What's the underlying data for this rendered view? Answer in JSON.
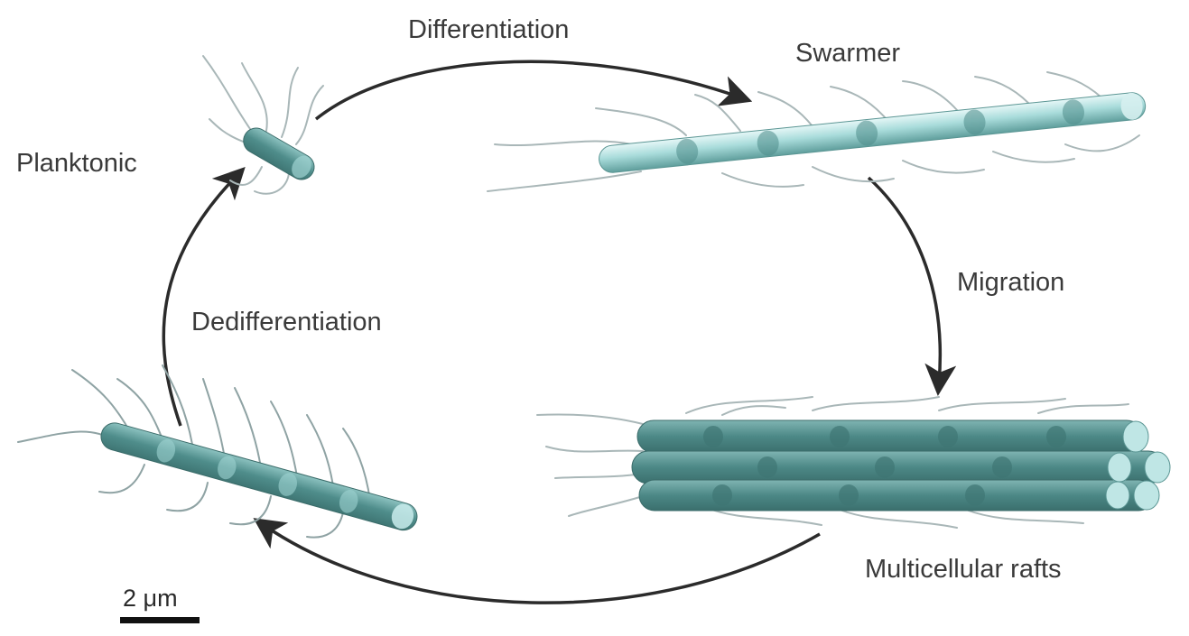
{
  "diagram": {
    "labels": {
      "differentiation": "Differentiation",
      "swarmer": "Swarmer",
      "planktonic": "Planktonic",
      "migration": "Migration",
      "dedifferentiation": "Dedifferentiation",
      "multicellular_rafts": "Multicellular rafts"
    },
    "scale_bar": {
      "label": "2 μm"
    },
    "colors": {
      "cell_teal": "#5f9e9c",
      "cell_light": "#9fd3d2",
      "arrow": "#2b2b2b",
      "flagella": "#a9b7b8"
    }
  }
}
